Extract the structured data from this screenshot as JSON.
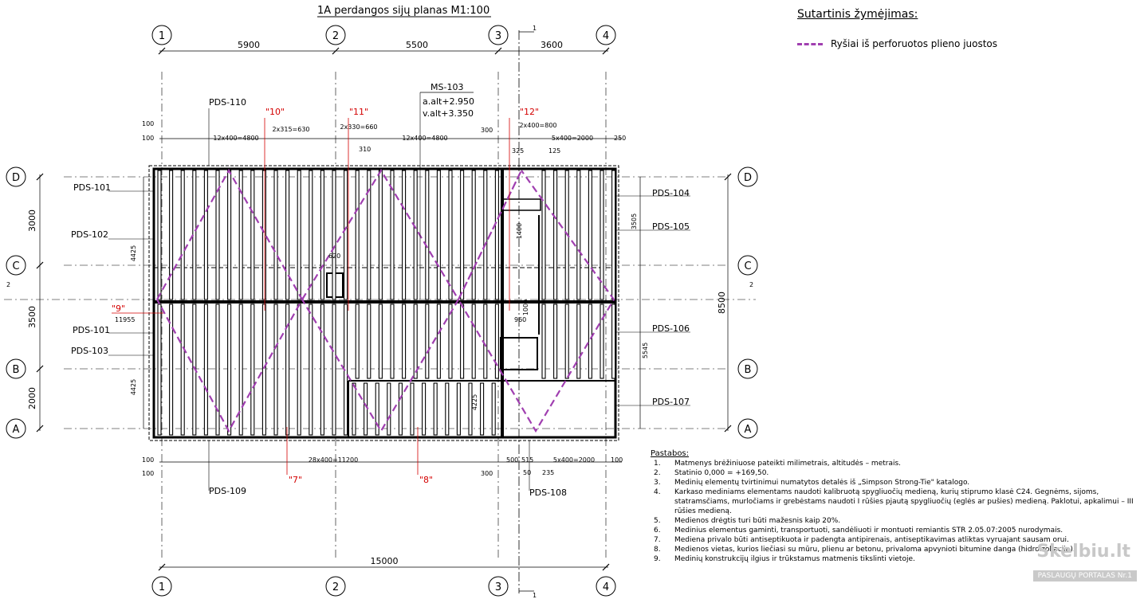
{
  "drawing": {
    "title": "1A perdangos sijų planas  M1:100",
    "axes_numbers": [
      "1",
      "2",
      "3",
      "4"
    ],
    "axes_letters": [
      "D",
      "C",
      "B",
      "A"
    ],
    "top_dims": [
      "5900",
      "5500",
      "3600"
    ],
    "bottom_total": "15000",
    "left_dims": [
      "3000",
      "3500",
      "2000"
    ],
    "right_total": "8500",
    "right_inner": [
      "3505",
      "5545"
    ],
    "left_inner": [
      "4425",
      "4425"
    ],
    "top_subdims": [
      "100",
      "100",
      "12x400=4800",
      "2x315=630",
      "2x330=660",
      "310",
      "12x400=4800",
      "300",
      "2x400=800",
      "325",
      "125",
      "5x400=2000",
      "250"
    ],
    "bottom_subdims": [
      "100",
      "100",
      "28x400=11200",
      "500",
      "515",
      "300",
      "50",
      "235",
      "5x400=2000",
      "100"
    ],
    "beam_tags": [
      "PDS-110",
      "PDS-101",
      "PDS-102",
      "PDS-101",
      "PDS-103",
      "PDS-109",
      "PDS-104",
      "PDS-105",
      "PDS-106",
      "PDS-107",
      "PDS-108"
    ],
    "ms_tag": "MS-103",
    "ms_alt_a": "a.alt+2.950",
    "ms_alt_v": "v.alt+3.350",
    "red_labels": [
      "\"10\"",
      "\"11\"",
      "\"12\"",
      "\"9\"",
      "\"7\"",
      "\"8\""
    ],
    "misc_dims": [
      "11955",
      "1400",
      "1000",
      "960",
      "4225",
      "620"
    ],
    "section_mark": "1",
    "section_mark_2": "2",
    "accent_strap": "#a03fb0",
    "accent_red": "#d40000"
  },
  "legend": {
    "title": "Sutartinis žymėjimas:",
    "item": "Ryšiai iš perforuotos plieno juostos"
  },
  "notes": {
    "title": "Pastabos:",
    "items": [
      {
        "n": "1.",
        "t": "Matmenys brėžiniuose pateikti milimetrais, altitudės – metrais."
      },
      {
        "n": "2.",
        "t": "Statinio 0,000 = +169,50."
      },
      {
        "n": "3.",
        "t": "Medinių elementų tvirtinimui numatytos detalės iš „Simpson Strong-Tie\" katalogo."
      },
      {
        "n": "4.",
        "t": "Karkaso mediniams elementams naudoti kalibruotą spygliuočių medieną, kurių stiprumo klasė C24. Gegnėms, sijoms, statramsčiams, murločiams ir grebėstams naudoti I rūšies pjautą spygliuočių (eglės ar pušies) medieną. Paklotui, apkalimui – III rūšies medieną."
      },
      {
        "n": "5.",
        "t": "Medienos drėgtis turi būti mažesnis kaip 20%."
      },
      {
        "n": "6.",
        "t": "Medinius elementus gaminti, transportuoti, sandėliuoti ir montuoti remiantis STR 2.05.07:2005 nurodymais."
      },
      {
        "n": "7.",
        "t": "Mediena privalo būti antiseptikuota ir padengta antipirenais, antiseptikavimas atliktas vyruajant sausam orui."
      },
      {
        "n": "8.",
        "t": "Medienos vietas, kurios liečiasi su mūru, plienu ar betonu, privaloma apvynioti bitumine danga (hidroizoliacija)."
      },
      {
        "n": "9.",
        "t": "Medinių konstrukcijų ilgius ir trūkstamus matmenis tikslinti vietoje."
      }
    ]
  },
  "watermark": {
    "brand": "Skelbiu.lt",
    "sub": "PASLAUGŲ PORTALAS  Nr.1"
  }
}
